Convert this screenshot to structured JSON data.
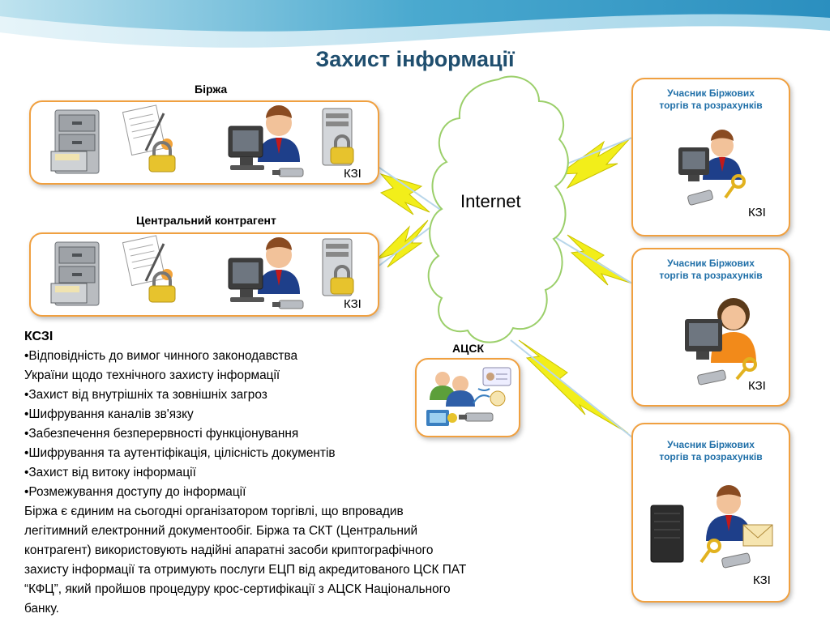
{
  "slide": {
    "title": "Захист інформації"
  },
  "exchange": {
    "label": "Біржа",
    "kzi": "КЗІ"
  },
  "counterparty": {
    "label": "Центральний контрагент",
    "kzi": "КЗІ"
  },
  "cloud": {
    "label": "Internet"
  },
  "acsk": {
    "label": "АЦСК"
  },
  "participants": [
    {
      "title_line1": "Учасник Біржових",
      "title_line2": "торгів та розрахунків",
      "kzi": "КЗІ"
    },
    {
      "title_line1": "Учасник Біржових",
      "title_line2": "торгів та розрахунків",
      "kzi": "КЗІ"
    },
    {
      "title_line1": "Учасник Біржових",
      "title_line2": "торгів та розрахунків",
      "kzi": "КЗІ"
    }
  ],
  "kszi": {
    "heading": "КСЗІ",
    "bullets": [
      "•Відповідність до вимог чинного законодавства",
      "України щодо технічного захисту інформації",
      "•Захист від внутрішніх та зовнішніх загроз",
      "•Шифрування каналів зв'язку",
      "•Забезпечення безперервності функціонування",
      "•Шифрування та аутентіфікація, цілісність документів",
      "•Захист від витоку інформації",
      "•Розмежування доступу до інформації"
    ],
    "paragraph": [
      "Біржа є єдиним на сьогодні організатором  торгівлі, що впровадив",
      "легітимний електронний документообіг. Біржа та СКТ (Центральний",
      "контрагент) використовують надійні апаратні засоби криптографічного",
      "захисту інформації та отримують послуги ЕЦП від акредитованого ЦСК ПАТ",
      "“КФЦ”, який пройшов процедуру крос-сертифікації з АЦСК Національного",
      "банку."
    ]
  },
  "colors": {
    "title": "#1f4e6e",
    "panel_border": "#f0a040",
    "participant_title": "#1f6fa8",
    "lightning": "#f2ee1a"
  }
}
